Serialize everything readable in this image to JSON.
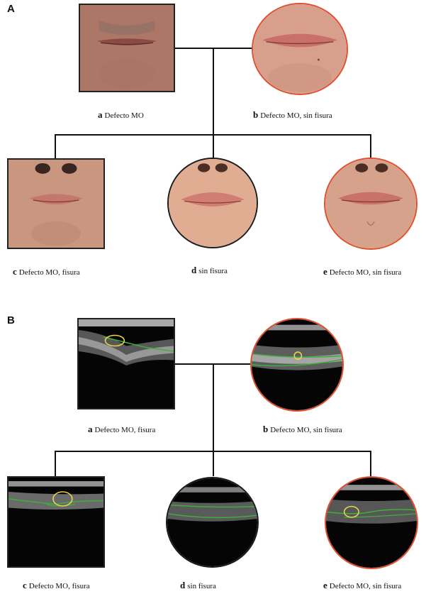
{
  "panels": {
    "A": {
      "letter": "A",
      "items": {
        "a": {
          "letter": "a",
          "text": "Defecto MO"
        },
        "b": {
          "letter": "b",
          "text": "Defecto MO, sin fisura"
        },
        "c": {
          "letter": "c",
          "text": "Defecto MO, fisura"
        },
        "d": {
          "letter": "d",
          "text": "sin fisura"
        },
        "e": {
          "letter": "e",
          "text": "Defecto MO, sin fisura"
        }
      }
    },
    "B": {
      "letter": "B",
      "items": {
        "a": {
          "letter": "a",
          "text": "Defecto MO, fisura"
        },
        "b": {
          "letter": "b",
          "text": "Defecto MO, sin fisura"
        },
        "c": {
          "letter": "c",
          "text": "Defecto MO, fisura"
        },
        "d": {
          "letter": "d",
          "text": "sin fisura"
        },
        "e": {
          "letter": "e",
          "text": "Defecto MO, sin fisura"
        }
      }
    }
  },
  "colors": {
    "tree_line": "#111111",
    "affected_border": "#e0502e",
    "unaffected_border": "#1a1a1a",
    "contour_green": "#3fae3a",
    "lesion_yellow": "#e8d64a"
  }
}
